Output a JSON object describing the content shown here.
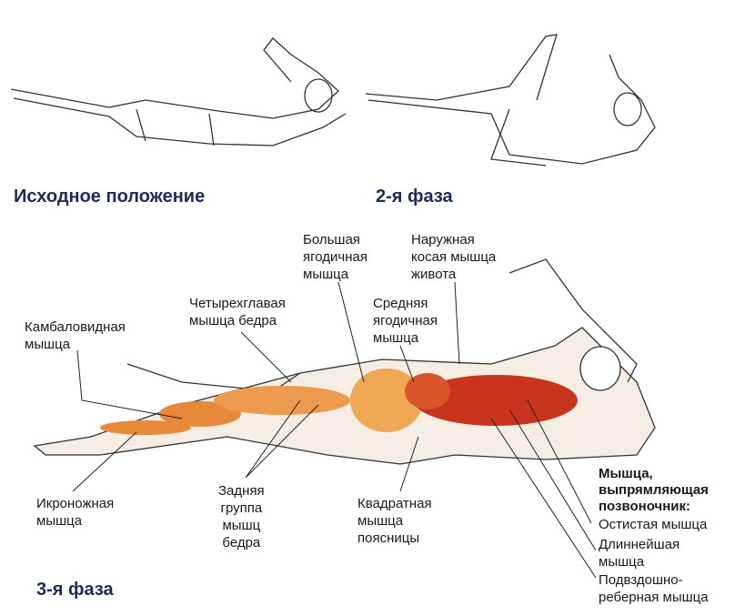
{
  "phases": {
    "start": "Исходное положение",
    "phase2": "2-я фаза",
    "phase3": "3-я фаза"
  },
  "labels": {
    "gluteus_maximus": "Большая\nягодичная\nмышца",
    "external_oblique": "Наружная\nкосая мышца\nживота",
    "quadriceps": "Четырехглавая\nмышца бедра",
    "gluteus_medius": "Средняя\nягодичная\nмышца",
    "soleus": "Камбаловидная\nмышца",
    "gastrocnemius": "Икроножная\nмышца",
    "hamstrings": "Задняя\nгруппа\nмышц\nбедра",
    "quadratus_lumborum": "Квадратная\nмышца\nпоясницы",
    "erector_title": "Мышца,\nвыпрямляющая\nпозвоночник:",
    "spinalis": "Остистая мышца",
    "longissimus": "Длиннейшая\nмышца",
    "iliocostalis": "Подвздошно-\nреберная мышца"
  },
  "colors": {
    "title": "#1b2d57",
    "muscle": "#e8893a",
    "muscle_dark": "#c8341e",
    "outline": "#333333"
  }
}
